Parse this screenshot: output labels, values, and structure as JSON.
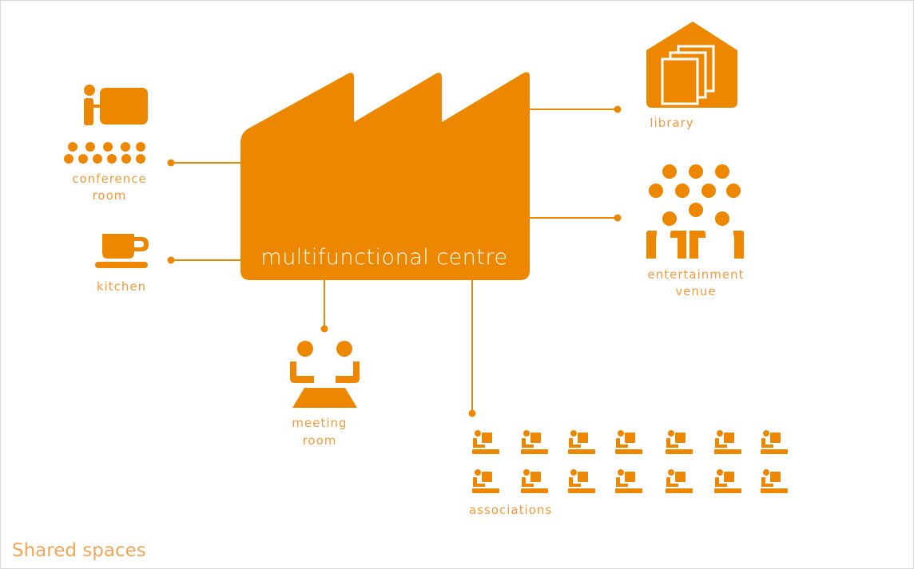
{
  "center": {
    "label": "multifunctional centre"
  },
  "nodes": {
    "conference": {
      "line1": "conference",
      "line2": "room",
      "icon": "presentation-icon"
    },
    "kitchen": {
      "line1": "kitchen",
      "icon": "cup-icon"
    },
    "meeting": {
      "line1": "meeting",
      "line2": "room",
      "icon": "meeting-icon"
    },
    "library": {
      "line1": "library",
      "icon": "library-icon"
    },
    "entertainment": {
      "line1": "entertainment",
      "line2": "venue",
      "icon": "audience-icon"
    },
    "associations": {
      "line1": "associations",
      "icon": "desk-icon",
      "icon_count": 14
    }
  },
  "caption": "Shared spaces",
  "colors": {
    "accent": "#ee8700",
    "text": "#f29a3c",
    "background": "#ffffff"
  }
}
